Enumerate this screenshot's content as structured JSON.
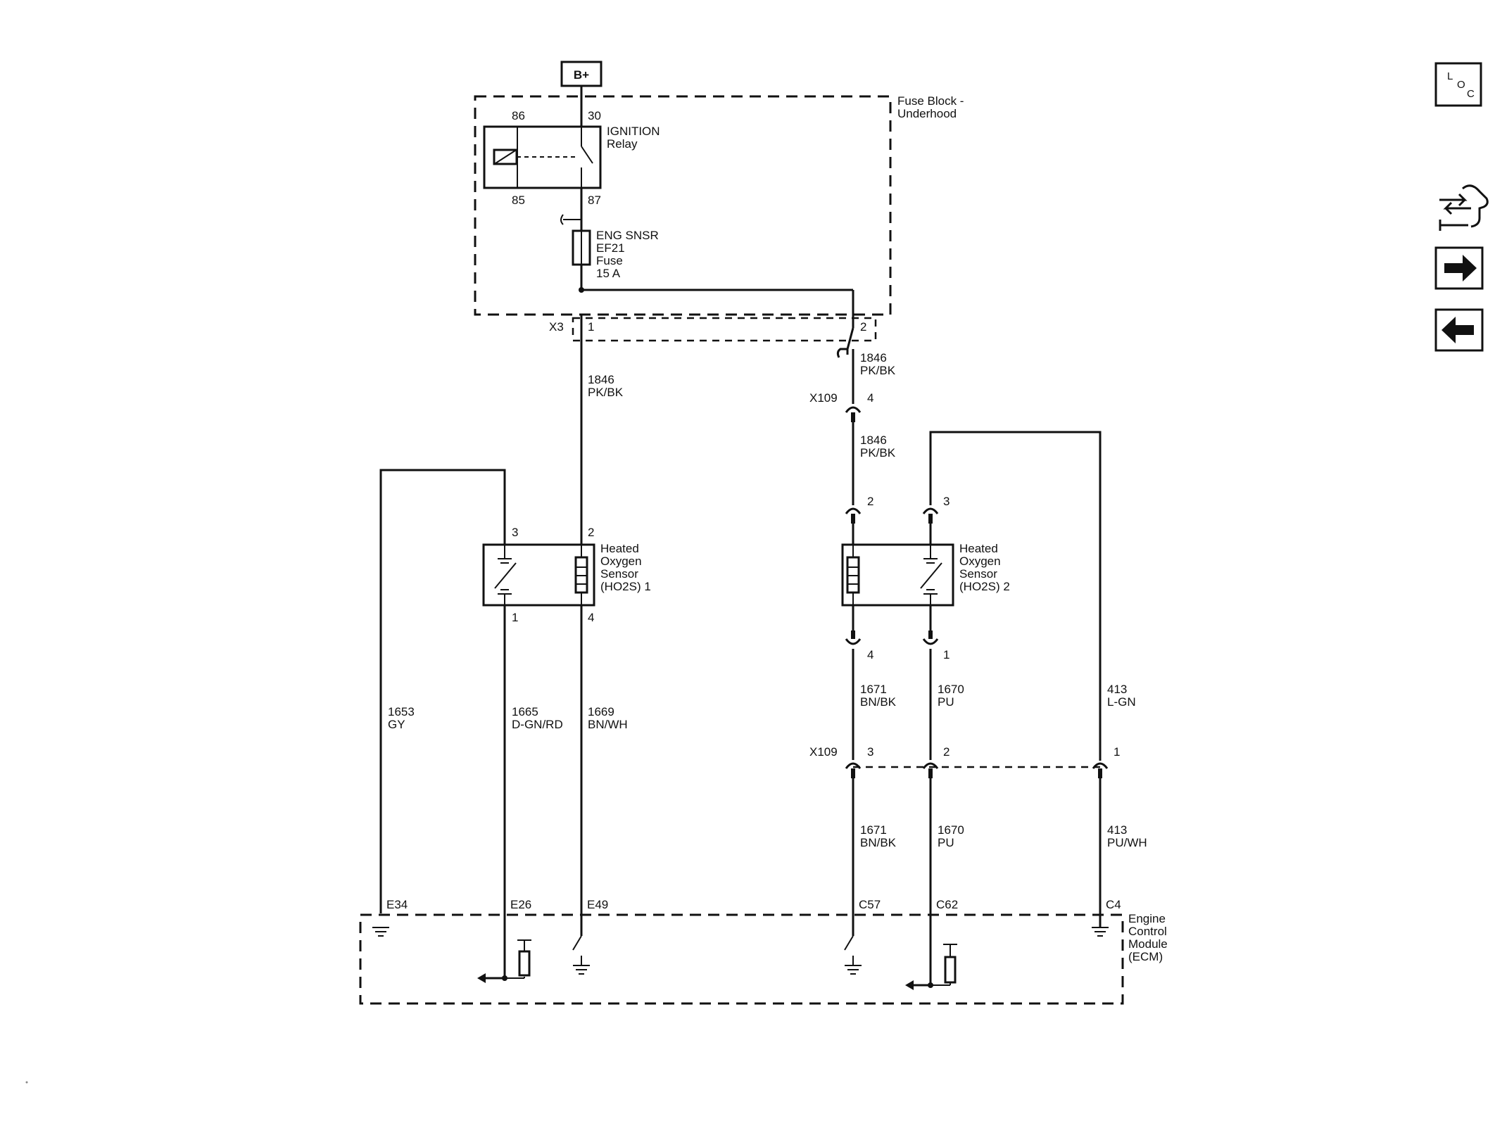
{
  "power": {
    "label": "B+"
  },
  "fuse_block": {
    "title_line1": "Fuse Block -",
    "title_line2": "Underhood",
    "relay": {
      "name_line1": "IGNITION",
      "name_line2": "Relay",
      "pin86": "86",
      "pin30": "30",
      "pin85": "85",
      "pin87": "87"
    },
    "fuse": {
      "line1": "ENG SNSR",
      "line2": "EF21",
      "line3": "Fuse",
      "line4": "15 A"
    },
    "connector": {
      "name": "X3",
      "pin1": "1",
      "pin2": "2"
    }
  },
  "wires": {
    "w1846_left": {
      "num": "1846",
      "color": "PK/BK"
    },
    "w1846_right_a": {
      "num": "1846",
      "color": "PK/BK"
    },
    "w1846_right_b": {
      "num": "1846",
      "color": "PK/BK"
    },
    "w1653": {
      "num": "1653",
      "color": "GY"
    },
    "w1665": {
      "num": "1665",
      "color": "D-GN/RD"
    },
    "w1669": {
      "num": "1669",
      "color": "BN/WH"
    },
    "w1671_a": {
      "num": "1671",
      "color": "BN/BK"
    },
    "w1670_a": {
      "num": "1670",
      "color": "PU"
    },
    "w413_a": {
      "num": "413",
      "color": "L-GN"
    },
    "w1671_b": {
      "num": "1671",
      "color": "BN/BK"
    },
    "w1670_b": {
      "num": "1670",
      "color": "PU"
    },
    "w413_b": {
      "num": "413",
      "color": "PU/WH"
    }
  },
  "x109": {
    "name_top": "X109",
    "name_bottom": "X109",
    "pin4": "4",
    "pin3": "3",
    "pin2": "2",
    "pin1": "1"
  },
  "sensor1": {
    "line1": "Heated",
    "line2": "Oxygen",
    "line3": "Sensor",
    "line4": "(HO2S) 1",
    "pin3": "3",
    "pin2": "2",
    "pin1": "1",
    "pin4": "4"
  },
  "sensor2": {
    "line1": "Heated",
    "line2": "Oxygen",
    "line3": "Sensor",
    "line4": "(HO2S) 2",
    "pin2": "2",
    "pin3": "3",
    "pin4": "4",
    "pin1": "1"
  },
  "ecm": {
    "line1": "Engine",
    "line2": "Control",
    "line3": "Module",
    "line4": "(ECM)",
    "pins": [
      "E34",
      "E26",
      "E49",
      "C57",
      "C62",
      "C4"
    ]
  },
  "sidebar": {
    "loc_l": "L",
    "loc_o": "O",
    "loc_c": "C",
    "icons": [
      "connector-view-icon",
      "forward-arrow-icon",
      "back-arrow-icon"
    ]
  }
}
